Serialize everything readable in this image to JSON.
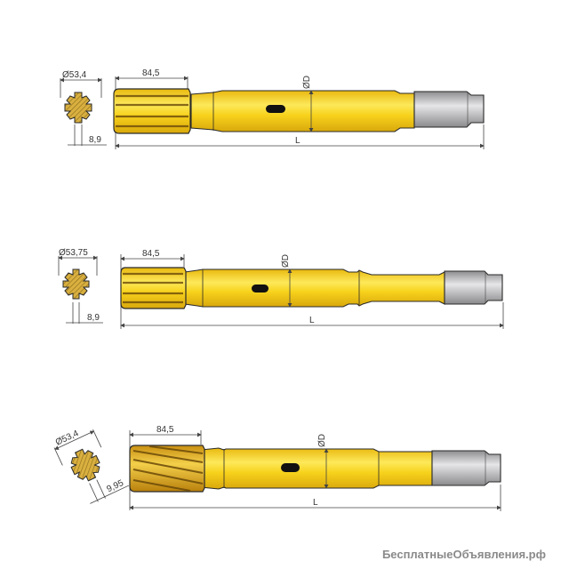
{
  "colors": {
    "shank_yellow": "#f7d21c",
    "shank_highlight": "#fff3a0",
    "spline_gold": "#d9a520",
    "outline": "#2a2a2a",
    "steel_gray": "#a9a9ab",
    "steel_light": "#dcdcde",
    "dimension_line": "#444444",
    "watermark": "#8a8a8a"
  },
  "drawings": [
    {
      "id": "shank-1",
      "cross_section": {
        "diameter_label": "Ø53,4",
        "spline_width_label": "8,9"
      },
      "spline_length_label": "84,5",
      "diameter_label": "ØD",
      "length_label": "L",
      "spline_type": "straight"
    },
    {
      "id": "shank-2",
      "cross_section": {
        "diameter_label": "Ø53,75",
        "spline_width_label": "8,9"
      },
      "spline_length_label": "84,5",
      "diameter_label": "ØD",
      "length_label": "L",
      "spline_type": "straight"
    },
    {
      "id": "shank-3",
      "cross_section": {
        "diameter_label": "Ø53,4",
        "spline_width_label": "9,95"
      },
      "spline_length_label": "84,5",
      "diameter_label": "ØD",
      "length_label": "L",
      "spline_type": "helical"
    }
  ],
  "watermark": "БесплатныеОбъявления.рф"
}
